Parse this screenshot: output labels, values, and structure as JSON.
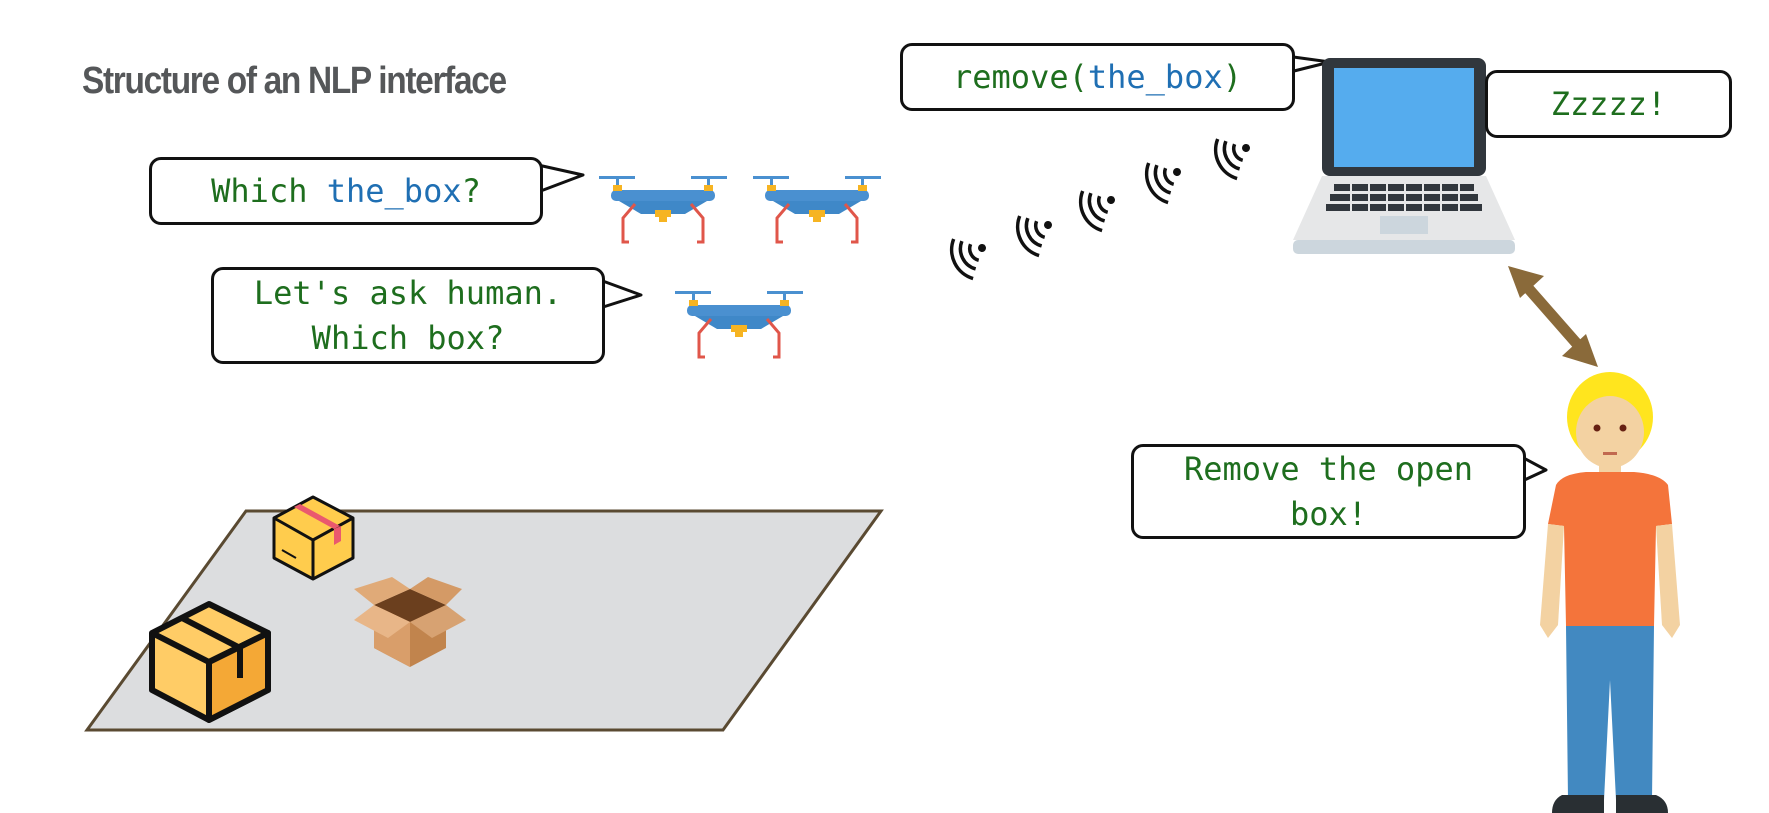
{
  "title": "Structure of an NLP interface",
  "bubbles": {
    "which_the_box": {
      "prefix": "Which ",
      "keyword": "the_box",
      "suffix": "?"
    },
    "ask_human": {
      "line1": "Let's ask human.",
      "line2": "Which box?"
    },
    "remove_cmd": {
      "prefix": "remove(",
      "keyword": "the_box",
      "suffix": ")"
    },
    "laptop_reply": {
      "text": "Zzzzz!"
    },
    "human_cmd": {
      "line1": "Remove the open",
      "line2": "box!"
    }
  },
  "icons": {
    "drone": "drone-icon",
    "wifi": "wifi-signal-icon",
    "laptop": "laptop-icon",
    "person": "person-icon",
    "closed_box": "closed-box-icon",
    "open_box": "open-box-icon",
    "arrow": "double-arrow-icon"
  },
  "colors": {
    "text_green": "#1e6e1e",
    "keyword_blue": "#1f6fb3",
    "title_gray": "#555759",
    "floor": "#dcdddf",
    "arrow": "#8a6a3a"
  }
}
